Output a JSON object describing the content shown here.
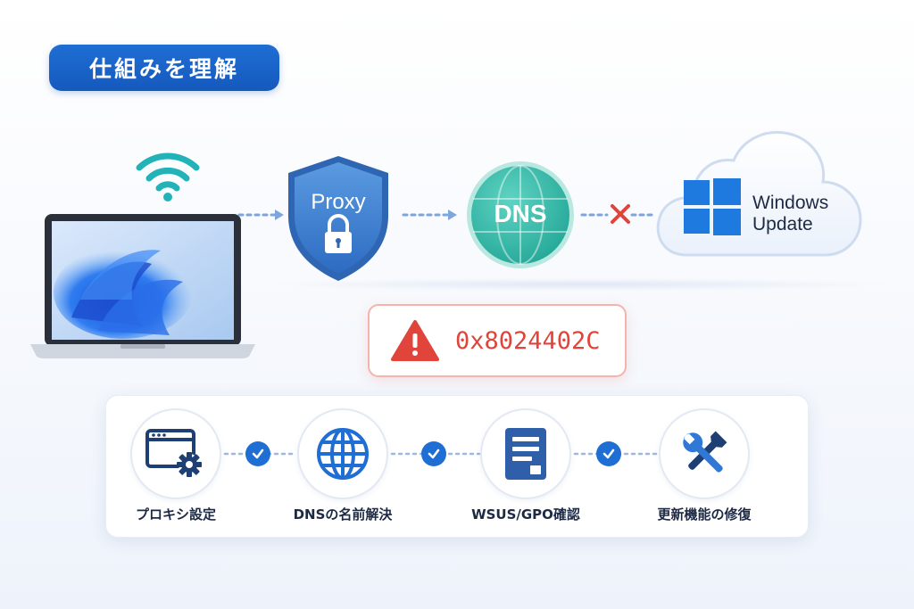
{
  "title": "仕組みを理解",
  "flow": {
    "proxy_label": "Proxy",
    "dns_label": "DNS",
    "windows_update_line1": "Windows",
    "windows_update_line2": "Update"
  },
  "error": {
    "code": "0x8024402C"
  },
  "steps": [
    {
      "label": "プロキシ設定",
      "icon": "window-gear-icon"
    },
    {
      "label": "DNSの名前解決",
      "icon": "globe-icon"
    },
    {
      "label": "WSUS/GPO確認",
      "icon": "document-icon"
    },
    {
      "label": "更新機能の修復",
      "icon": "tools-icon"
    }
  ],
  "colors": {
    "primary": "#1f6ed4",
    "shield": "#3d7fd0",
    "dns": "#2bb5a6",
    "error": "#e0443a"
  }
}
